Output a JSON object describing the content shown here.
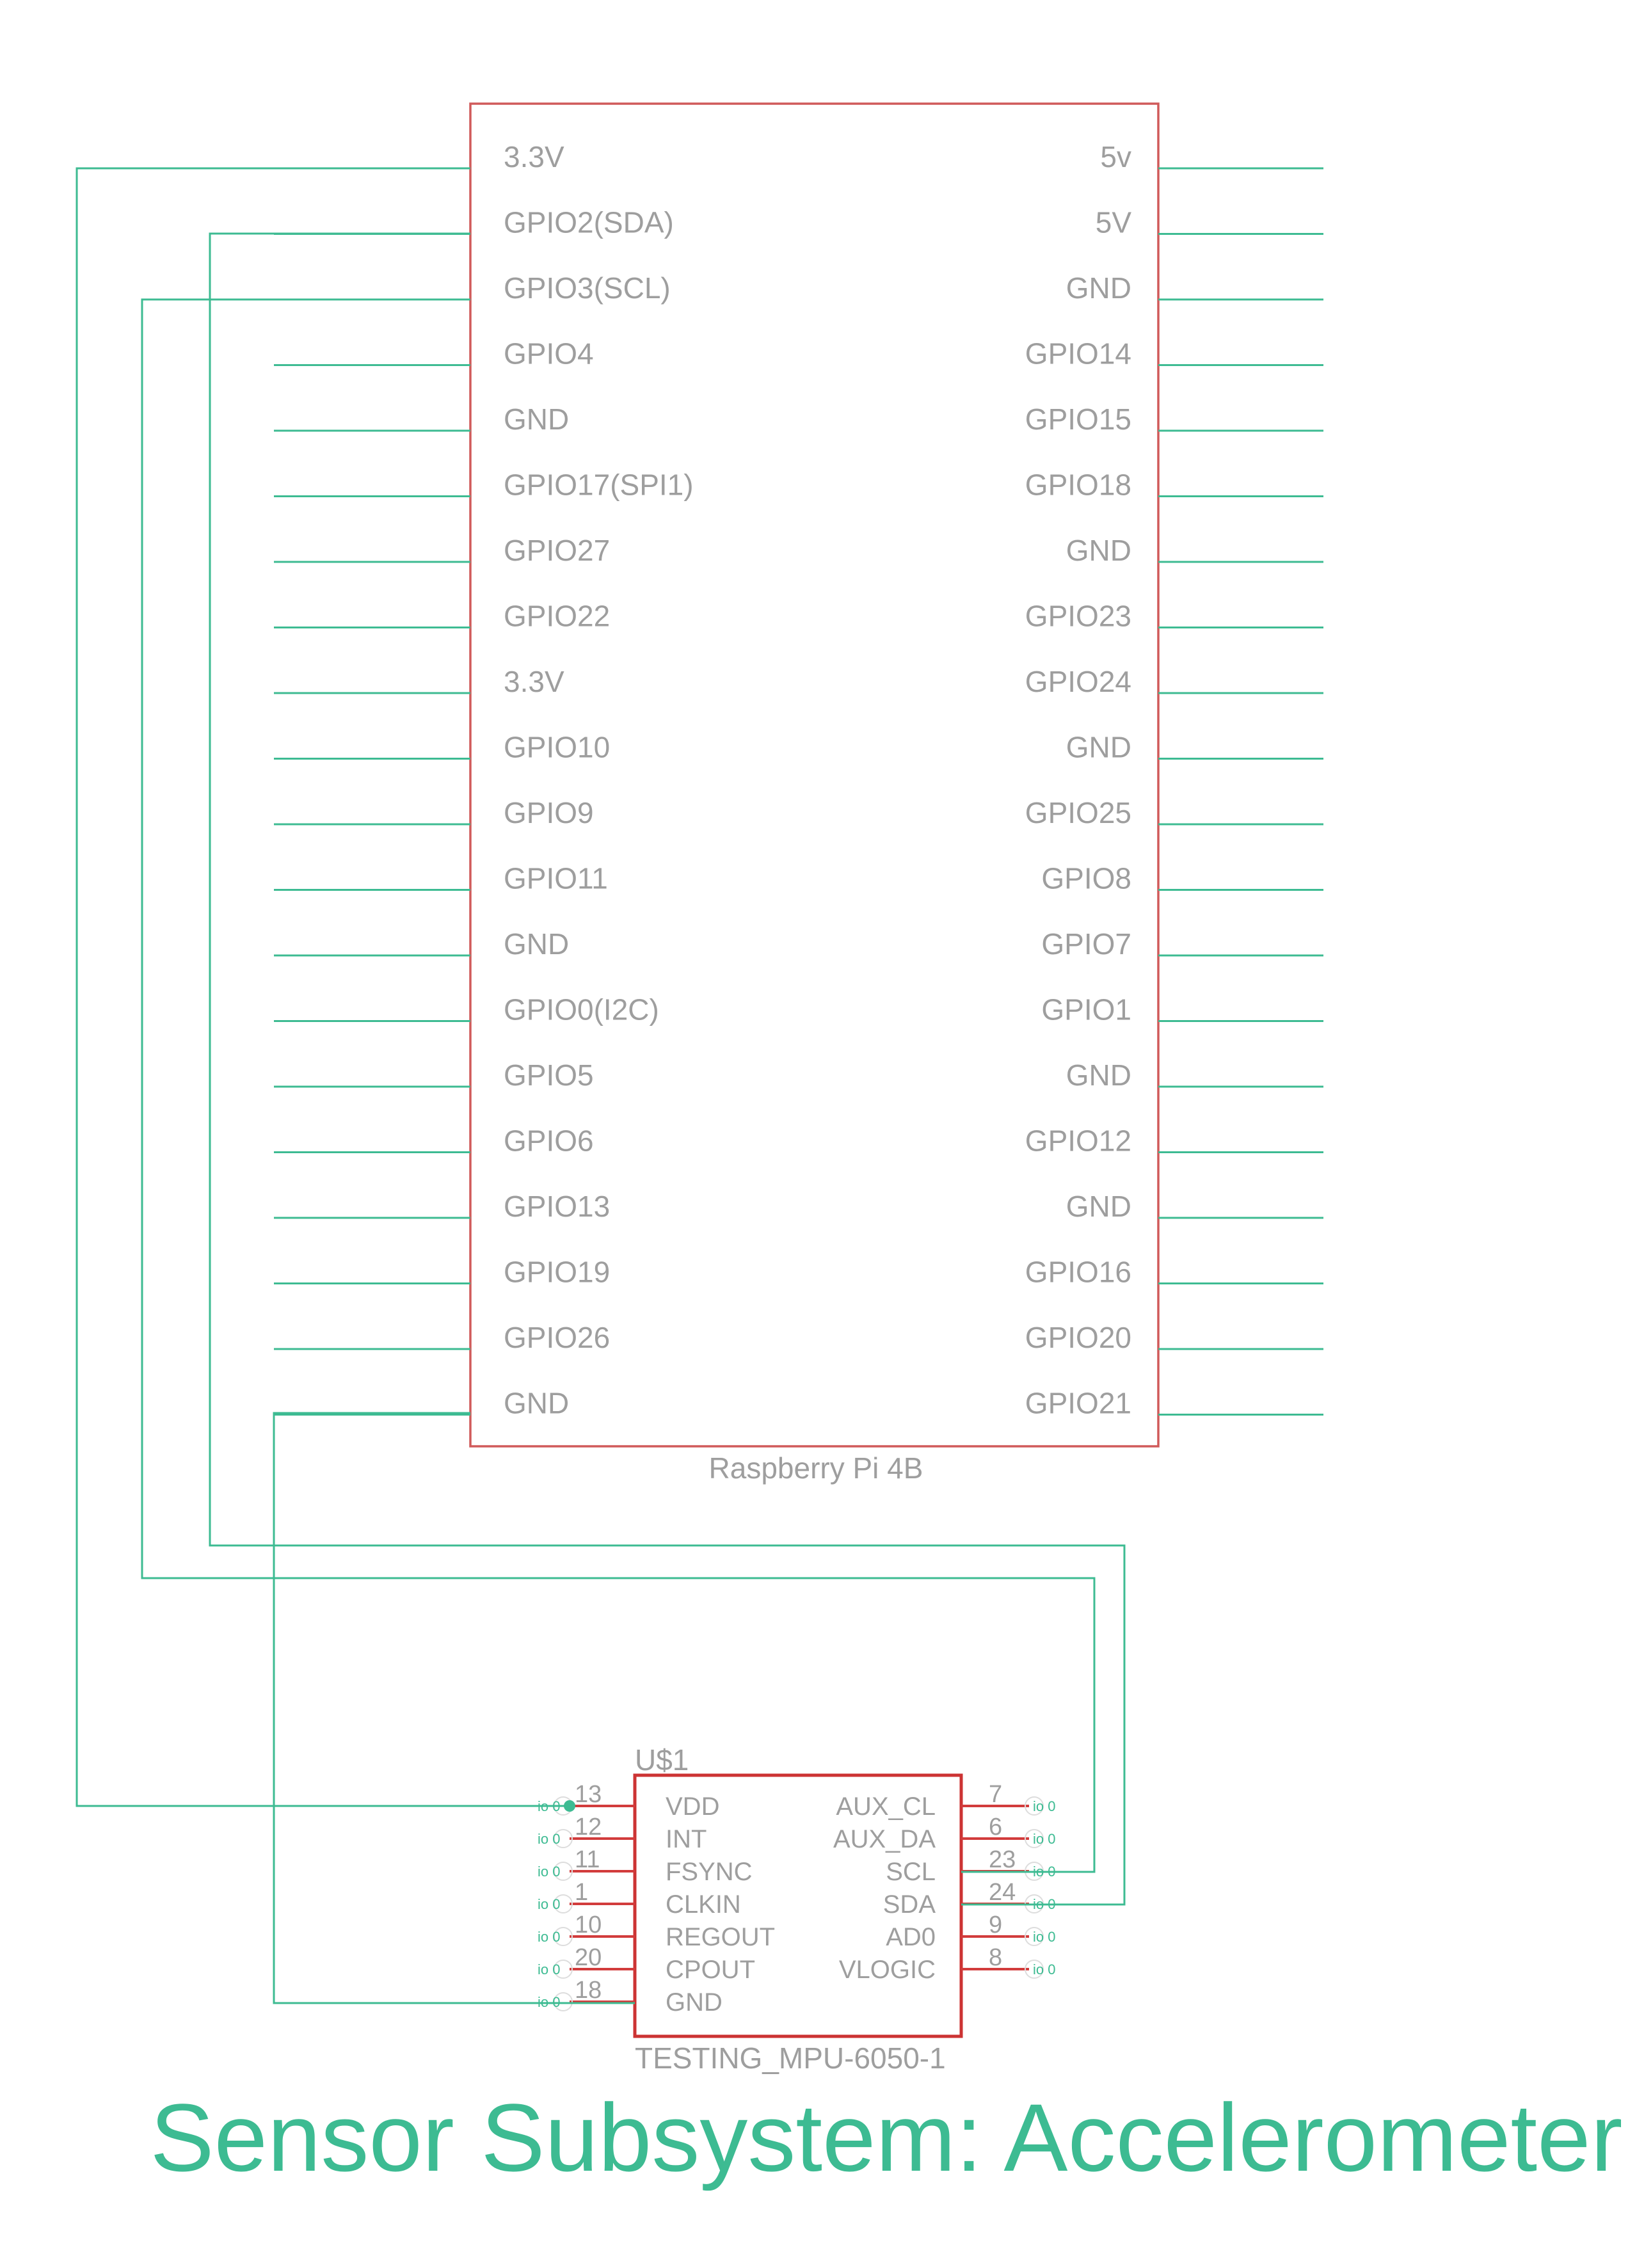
{
  "colors": {
    "wire": "#3dbb92",
    "pi_outline": "#d05a5a",
    "chip_outline": "#cc3333",
    "label": "#9e9e9e"
  },
  "pi": {
    "name": "Raspberry Pi 4B",
    "left_pins": [
      "3.3V",
      "GPIO2(SDA)",
      "GPIO3(SCL)",
      "GPIO4",
      "GND",
      "GPIO17(SPI1)",
      "GPIO27",
      "GPIO22",
      "3.3V",
      "GPIO10",
      "GPIO9",
      "GPIO11",
      "GND",
      "GPIO0(I2C)",
      "GPIO5",
      "GPIO6",
      "GPIO13",
      "GPIO19",
      "GPIO26",
      "GND"
    ],
    "right_pins": [
      "5v",
      "5V",
      "GND",
      "GPIO14",
      "GPIO15",
      "GPIO18",
      "GND",
      "GPIO23",
      "GPIO24",
      "GND",
      "GPIO25",
      "GPIO8",
      "GPIO7",
      "GPIO1",
      "GND",
      "GPIO12",
      "GND",
      "GPIO16",
      "GPIO20",
      "GPIO21"
    ]
  },
  "mpu": {
    "ref": "U$1",
    "name": "TESTING_MPU-6050-1",
    "io_label": "io 0",
    "left_pins": [
      {
        "num": "13",
        "name": "VDD"
      },
      {
        "num": "12",
        "name": "INT"
      },
      {
        "num": "11",
        "name": "FSYNC"
      },
      {
        "num": "1",
        "name": "CLKIN"
      },
      {
        "num": "10",
        "name": "REGOUT"
      },
      {
        "num": "20",
        "name": "CPOUT"
      },
      {
        "num": "18",
        "name": "GND"
      }
    ],
    "right_pins": [
      {
        "num": "7",
        "name": "AUX_CL"
      },
      {
        "num": "6",
        "name": "AUX_DA"
      },
      {
        "num": "23",
        "name": "SCL"
      },
      {
        "num": "24",
        "name": "SDA"
      },
      {
        "num": "9",
        "name": "AD0"
      },
      {
        "num": "8",
        "name": "VLOGIC"
      }
    ]
  },
  "connections": [
    {
      "from": "3.3V",
      "to": "VDD"
    },
    {
      "from": "GPIO2(SDA)",
      "to": "SDA"
    },
    {
      "from": "GPIO3(SCL)",
      "to": "SCL"
    },
    {
      "from": "GND",
      "to": "GND"
    }
  ],
  "title": "Sensor Subsystem: Accelerometer"
}
